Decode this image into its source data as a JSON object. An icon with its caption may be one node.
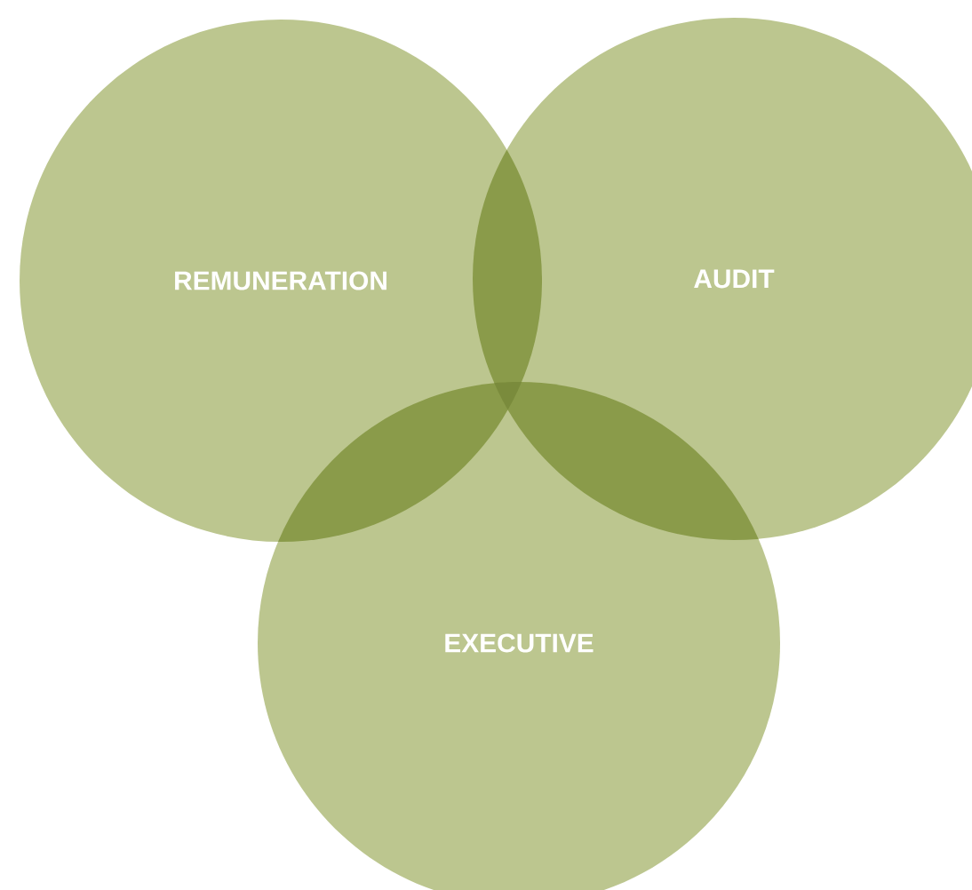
{
  "diagram": {
    "nodes": [
      {
        "text": [
          "REMUNERATION"
        ]
      },
      {
        "text": [
          "AUDIT"
        ]
      },
      {
        "text": [
          "EXECUTIVE"
        ]
      }
    ]
  }
}
